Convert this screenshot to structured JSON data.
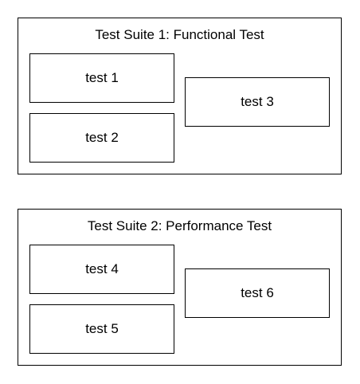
{
  "suites": [
    {
      "title": "Test Suite 1: Functional Test",
      "tests": [
        "test 1",
        "test 2",
        "test 3"
      ]
    },
    {
      "title": "Test Suite 2: Performance Test",
      "tests": [
        "test 4",
        "test 5",
        "test 6"
      ]
    }
  ],
  "colors": {
    "stroke": "#000000",
    "fill": "#ffffff"
  }
}
